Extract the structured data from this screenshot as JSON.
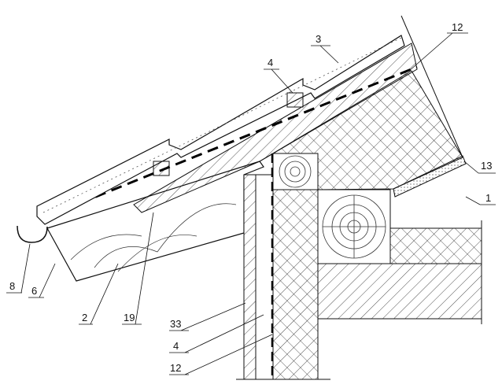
{
  "labels": {
    "roof_tile": "3",
    "membrane_top": "12",
    "batten_top": "4",
    "ceiling_layer": "13",
    "ceiling_board": "1",
    "gutter": "8",
    "eave_board": "6",
    "rafter": "2",
    "counter_batten": "19",
    "wall_cladding": "33",
    "wall_batten": "4",
    "wall_membrane": "12"
  }
}
